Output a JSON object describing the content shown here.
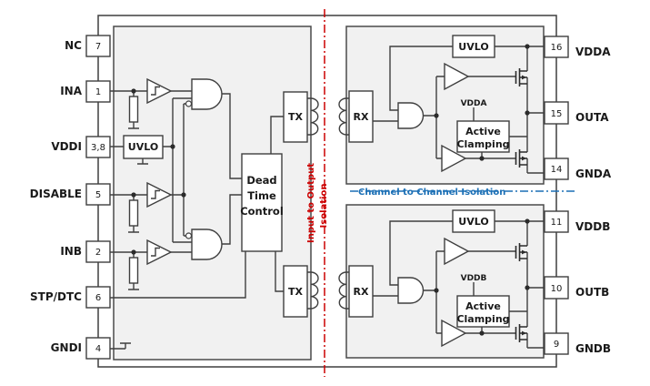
{
  "diagram": {
    "left_pins": [
      {
        "label": "NC",
        "num": "7"
      },
      {
        "label": "INA",
        "num": "1"
      },
      {
        "label": "VDDI",
        "num": "3,8"
      },
      {
        "label": "DISABLE",
        "num": "5"
      },
      {
        "label": "INB",
        "num": "2"
      },
      {
        "label": "STP/DTC",
        "num": "6"
      },
      {
        "label": "GNDI",
        "num": "4"
      }
    ],
    "right_pins": [
      {
        "label": "VDDA",
        "num": "16"
      },
      {
        "label": "OUTA",
        "num": "15"
      },
      {
        "label": "GNDA",
        "num": "14"
      },
      {
        "label": "VDDB",
        "num": "11"
      },
      {
        "label": "OUTB",
        "num": "10"
      },
      {
        "label": "GNDB",
        "num": "9"
      }
    ],
    "blocks": {
      "uvlo": "UVLO",
      "tx": "TX",
      "rx": "RX",
      "dead_time": [
        "Dead",
        "Time",
        "Control"
      ],
      "active_clamping": [
        "Active",
        "Clamping"
      ],
      "vdda": "VDDA",
      "vddb": "VDDB"
    },
    "isolation": {
      "input_output": [
        "Input to Output",
        "Isolation"
      ],
      "channel": "Channel to Channel Isolation"
    },
    "colors": {
      "line": "#3f3f3f",
      "block_fill": "#f1f1f1",
      "isolation_red": "#cc0000",
      "isolation_blue": "#1b6fb5"
    }
  }
}
